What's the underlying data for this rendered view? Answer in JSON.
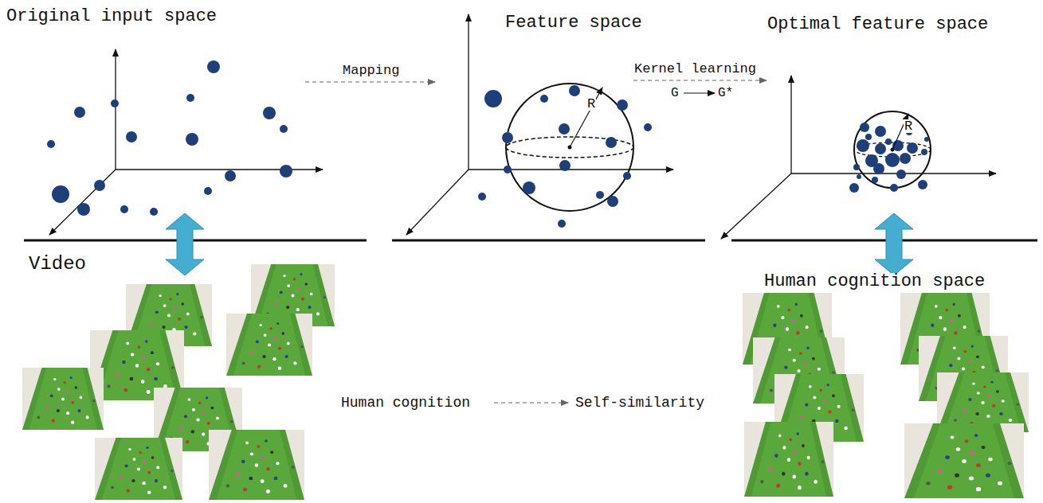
{
  "diagram": {
    "labels": [
      "Original input space",
      "Mapping",
      "Feature space",
      "Kernel learning",
      "G",
      "G*",
      "R",
      "Optimal feature space",
      "R",
      "Video",
      "Human cognition",
      "Self-similarity",
      "Human cognition space"
    ]
  }
}
